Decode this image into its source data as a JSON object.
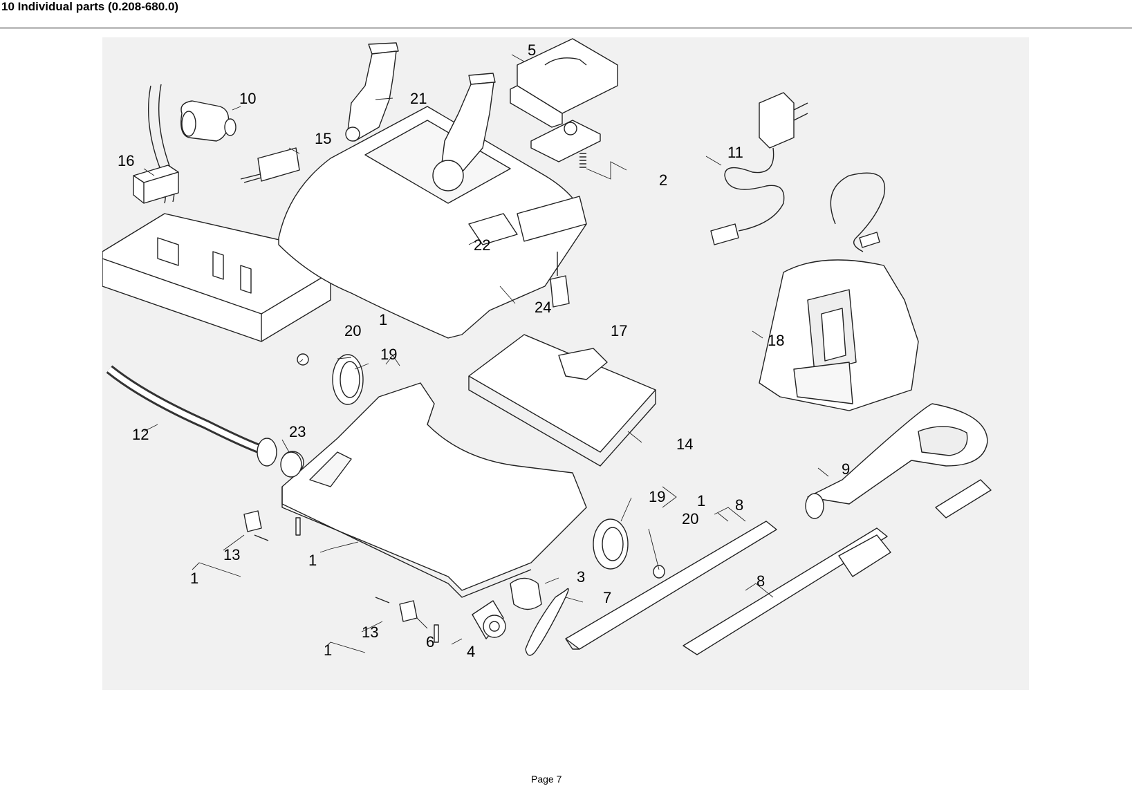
{
  "header": {
    "title": "10 Individual parts (0.208-680.0)"
  },
  "callouts": {
    "c1a": "1",
    "c1b": "1",
    "c1c": "1",
    "c1d": "1",
    "c1e": "1",
    "c2": "2",
    "c3": "3",
    "c4": "4",
    "c5": "5",
    "c6": "6",
    "c7": "7",
    "c8a": "8",
    "c8b": "8",
    "c9": "9",
    "c10": "10",
    "c11": "11",
    "c12": "12",
    "c13a": "13",
    "c13b": "13",
    "c14": "14",
    "c15": "15",
    "c16": "16",
    "c17": "17",
    "c18": "18",
    "c19a": "19",
    "c19b": "19",
    "c20a": "20",
    "c20b": "20",
    "c21": "21",
    "c22": "22",
    "c23": "23",
    "c24": "24"
  },
  "footer": {
    "page": "Page 7"
  }
}
